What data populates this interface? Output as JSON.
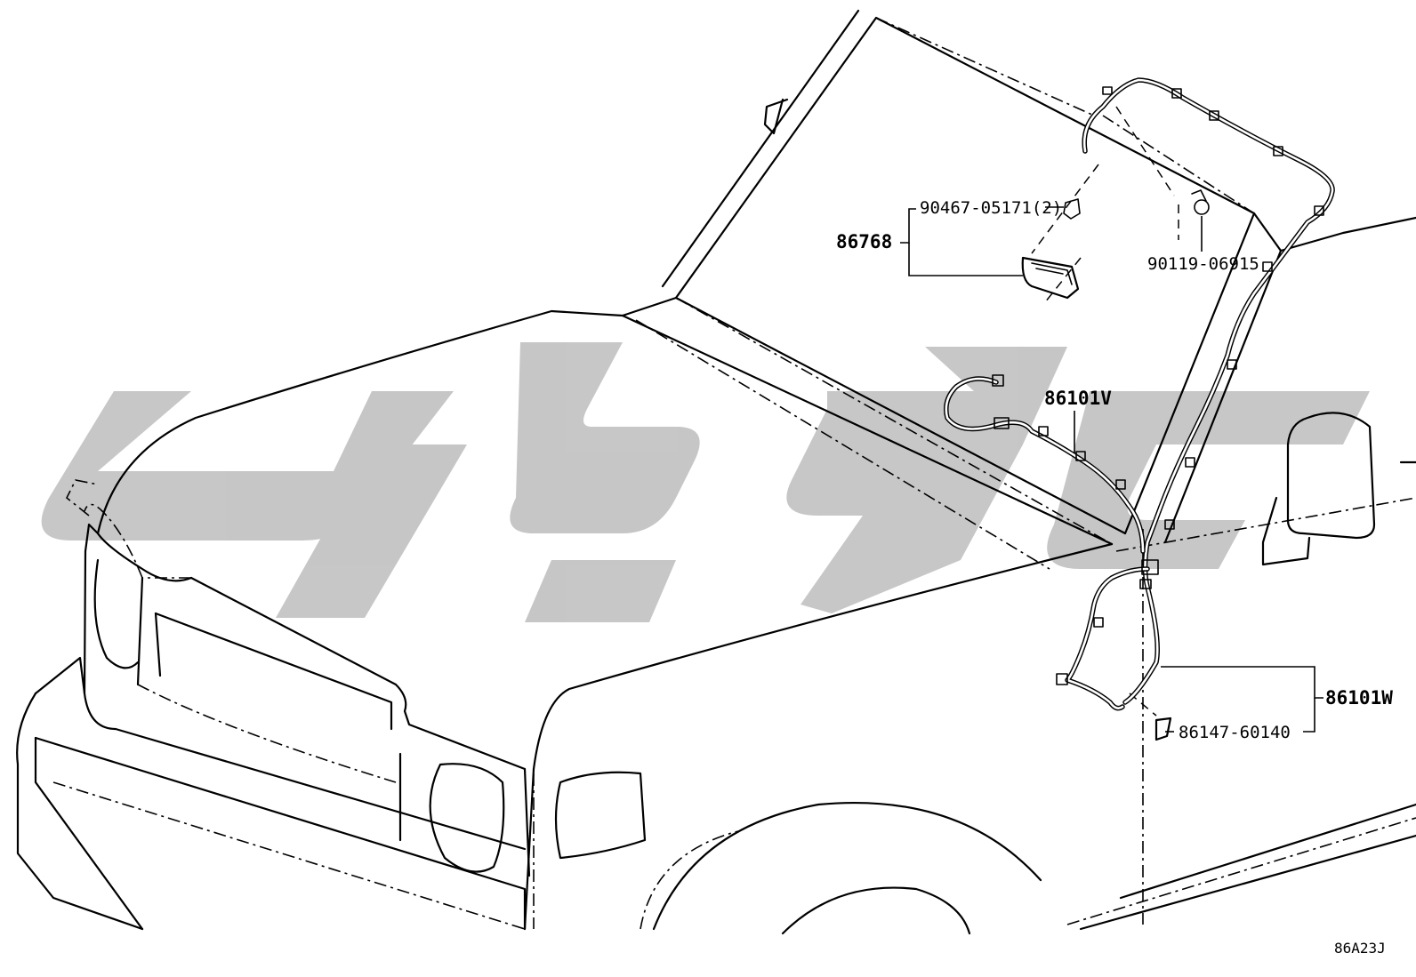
{
  "watermark": {
    "color": "#bdbdbd",
    "opacity": 0.85,
    "description_icon": "logo-watermark"
  },
  "labels": {
    "part_90467": "90467-05171(2)",
    "part_86768": "86768",
    "part_90119": "90119-06915",
    "part_86101V": "86101V",
    "part_86101W": "86101W",
    "part_86147": "86147-60140"
  },
  "diagram_code": "86A23J"
}
